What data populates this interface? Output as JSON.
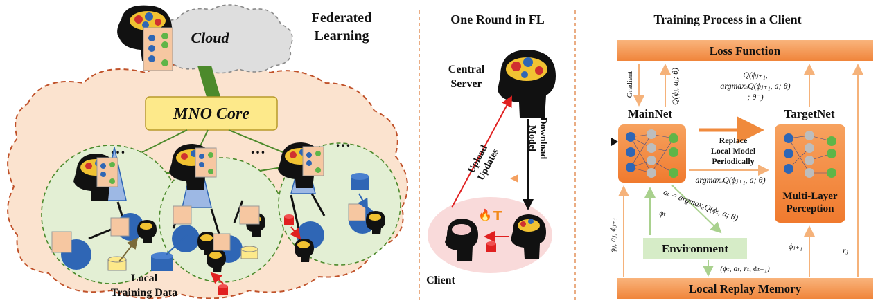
{
  "left": {
    "title_line1": "Federated",
    "title_line2": "Learning",
    "cloud_label": "Cloud",
    "core_label": "MNO Core",
    "dots1": "…",
    "dots2": "…",
    "dots3": "…",
    "local_data_line1": "Local",
    "local_data_line2": "Training Data"
  },
  "middle": {
    "title": "One Round in FL",
    "server_line1": "Central",
    "server_line2": "Server",
    "download_line1": "Download",
    "download_line2": "Model",
    "upload_line1": "Upload",
    "upload_line2": "Updates",
    "client_label": "Client"
  },
  "right": {
    "title": "Training Process in a Client",
    "loss_function": "Loss Function",
    "gradient": "Gradient",
    "q_main": "Q(ϕⱼ, aⱼ; θ)",
    "q_target_line1": "Q(ϕⱼ₊₁,",
    "q_target_line2": "argmaxₐQ(ϕⱼ₊₁, a; θ)",
    "q_target_line3": "; θ⁻)",
    "mainnet": "MainNet",
    "targetnet": "TargetNet",
    "replace_line1": "Replace",
    "replace_line2": "Local Model",
    "replace_line3": "Periodically",
    "argmax_label": "argmaxₐQ(ϕⱼ₊₁, a; θ)",
    "mlp_line1": "Multi-Layer",
    "mlp_line2": "Perception",
    "phi_t": "ϕₜ",
    "action_line1": "aₜ = argmaxₐQ(ϕₜ, a; θ)",
    "environment": "Environment",
    "phi_j1": "ϕⱼ₊₁",
    "r_j": "rⱼ",
    "left_vertical": "ϕⱼ, aⱼ, ϕⱼ₊₁",
    "transition": "(ϕₜ, aₜ, rₜ, ϕₜ₊₁)",
    "replay_memory": "Local Replay Memory"
  },
  "colors": {
    "orange": "#f08a3c",
    "orange_light": "#fbd3b0",
    "core_yellow": "#fde98a",
    "cloud_peach": "#fbe3cf",
    "client_green": "#e3efd4",
    "client_pink": "#f9dada",
    "env_green": "#d6ecc7",
    "node_blue": "#2f66b5",
    "node_green": "#5fb548",
    "node_gray": "#bdbdbd",
    "link_green": "#4c8a2b",
    "arrow_red": "#e02020",
    "arrow_blue": "#2f66b5"
  }
}
